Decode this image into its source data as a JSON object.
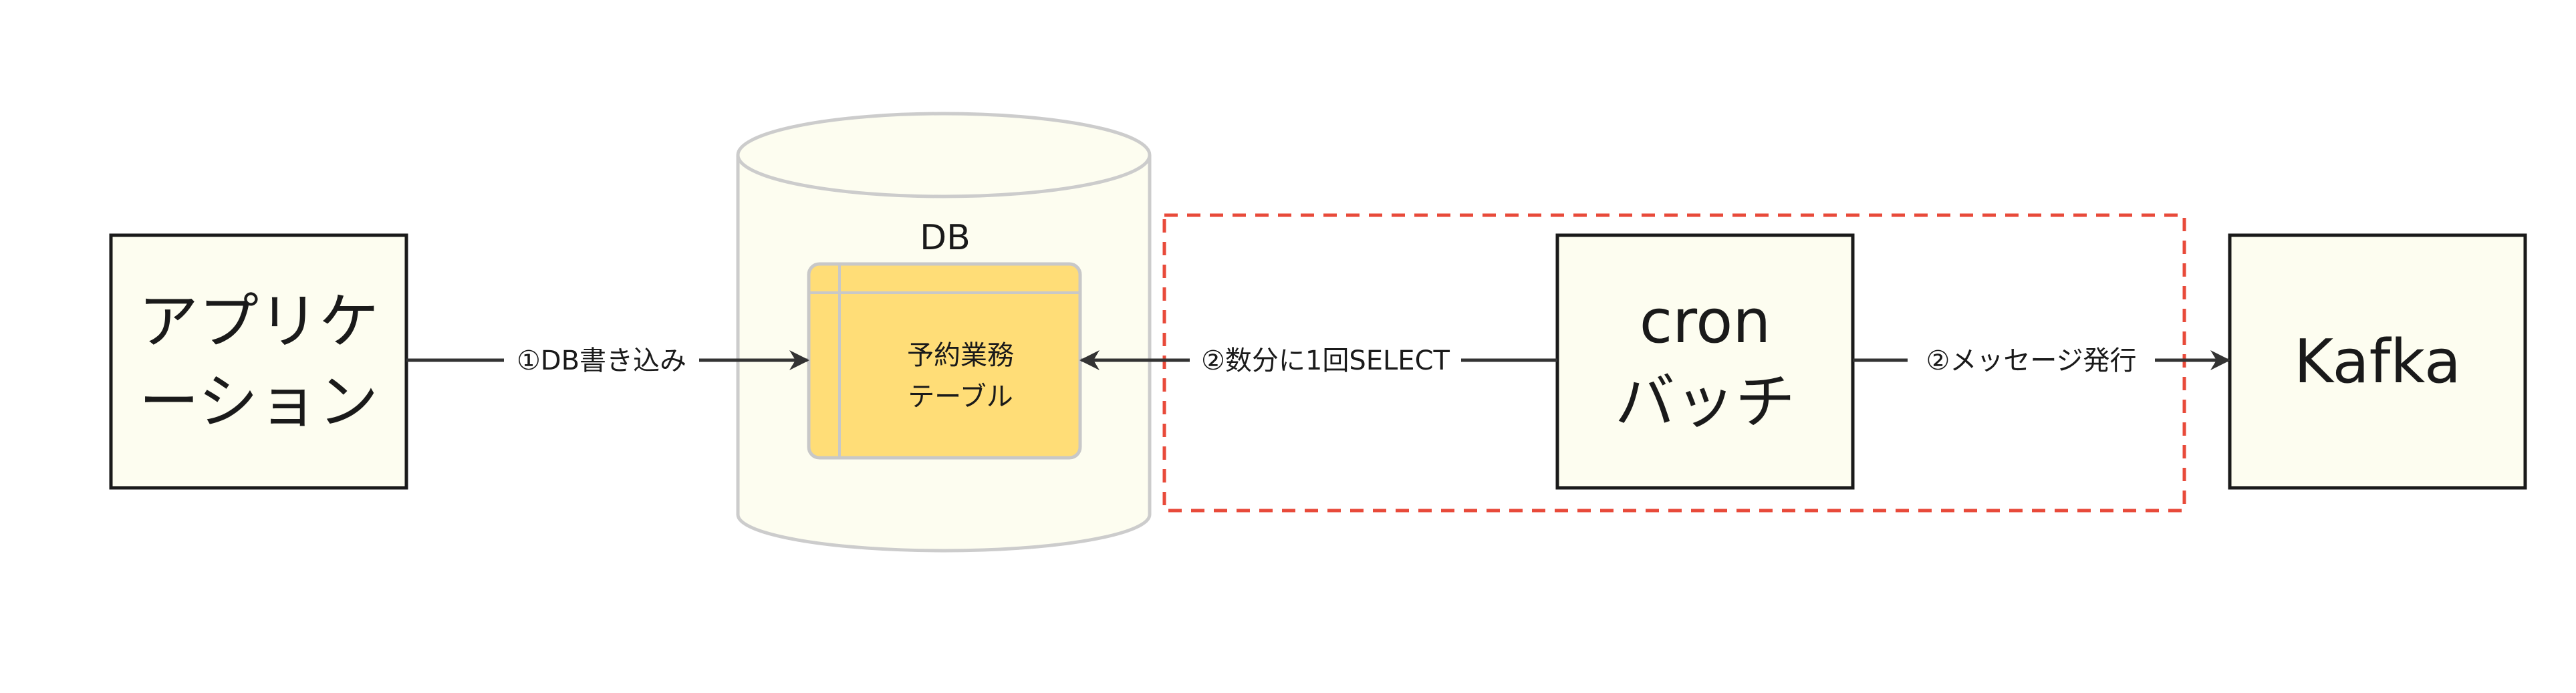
{
  "nodes": {
    "application": {
      "line1": "アプリケ",
      "line2": "ーション"
    },
    "db": {
      "label": "DB"
    },
    "table": {
      "line1": "予約業務",
      "line2": "テーブル"
    },
    "cron": {
      "line1": "cron",
      "line2": "バッチ"
    },
    "kafka": {
      "label": "Kafka"
    }
  },
  "edges": {
    "app_to_db": {
      "label": "①DB書き込み"
    },
    "cron_to_db": {
      "label": "②数分に1回SELECT"
    },
    "cron_to_kafka": {
      "label": "②メッセージ発行"
    }
  },
  "colors": {
    "node_fill": "#fdfdf0",
    "table_fill": "#ffdd77",
    "highlight_border": "#e84a3a",
    "line": "#333333"
  }
}
